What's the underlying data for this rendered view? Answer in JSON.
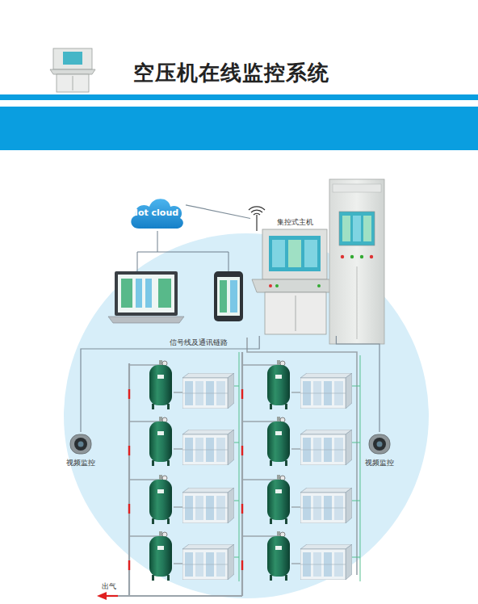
{
  "diagram": {
    "title": "空压机在线监控系统",
    "nodes": [
      {
        "text": [
          "Iot cloud"
        ]
      },
      {
        "text": [
          "集控式主机"
        ]
      },
      {
        "text": [
          "视频监控"
        ]
      },
      {
        "text": [
          "视频监控"
        ]
      }
    ],
    "edges": [
      {
        "from": 0,
        "to": 1,
        "arrow": "none"
      },
      {
        "from": 1,
        "to": 2,
        "label": "信号线及通讯链路",
        "arrow": "none"
      },
      {
        "from": 1,
        "to": 3,
        "arrow": "none"
      }
    ],
    "labels": [
      "出气"
    ]
  }
}
